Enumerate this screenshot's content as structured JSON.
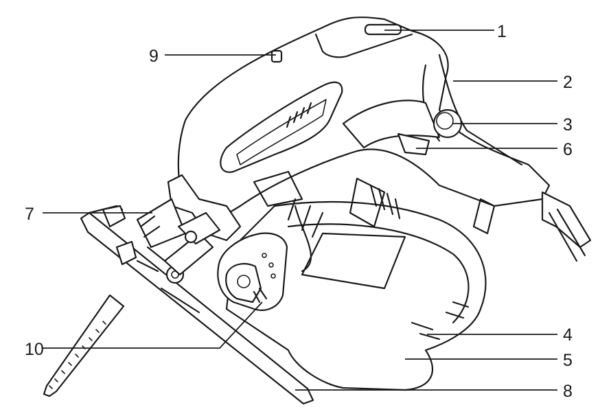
{
  "diagram": {
    "callouts": [
      {
        "id": "c1",
        "label": "1"
      },
      {
        "id": "c2",
        "label": "2"
      },
      {
        "id": "c3",
        "label": "3"
      },
      {
        "id": "c6",
        "label": "6"
      },
      {
        "id": "c4",
        "label": "4"
      },
      {
        "id": "c5",
        "label": "5"
      },
      {
        "id": "c8",
        "label": "8"
      },
      {
        "id": "c9",
        "label": "9"
      },
      {
        "id": "c7",
        "label": "7"
      },
      {
        "id": "c10",
        "label": "10"
      }
    ],
    "colors": {
      "ink": "#1a1a1a",
      "background": "#ffffff"
    }
  }
}
